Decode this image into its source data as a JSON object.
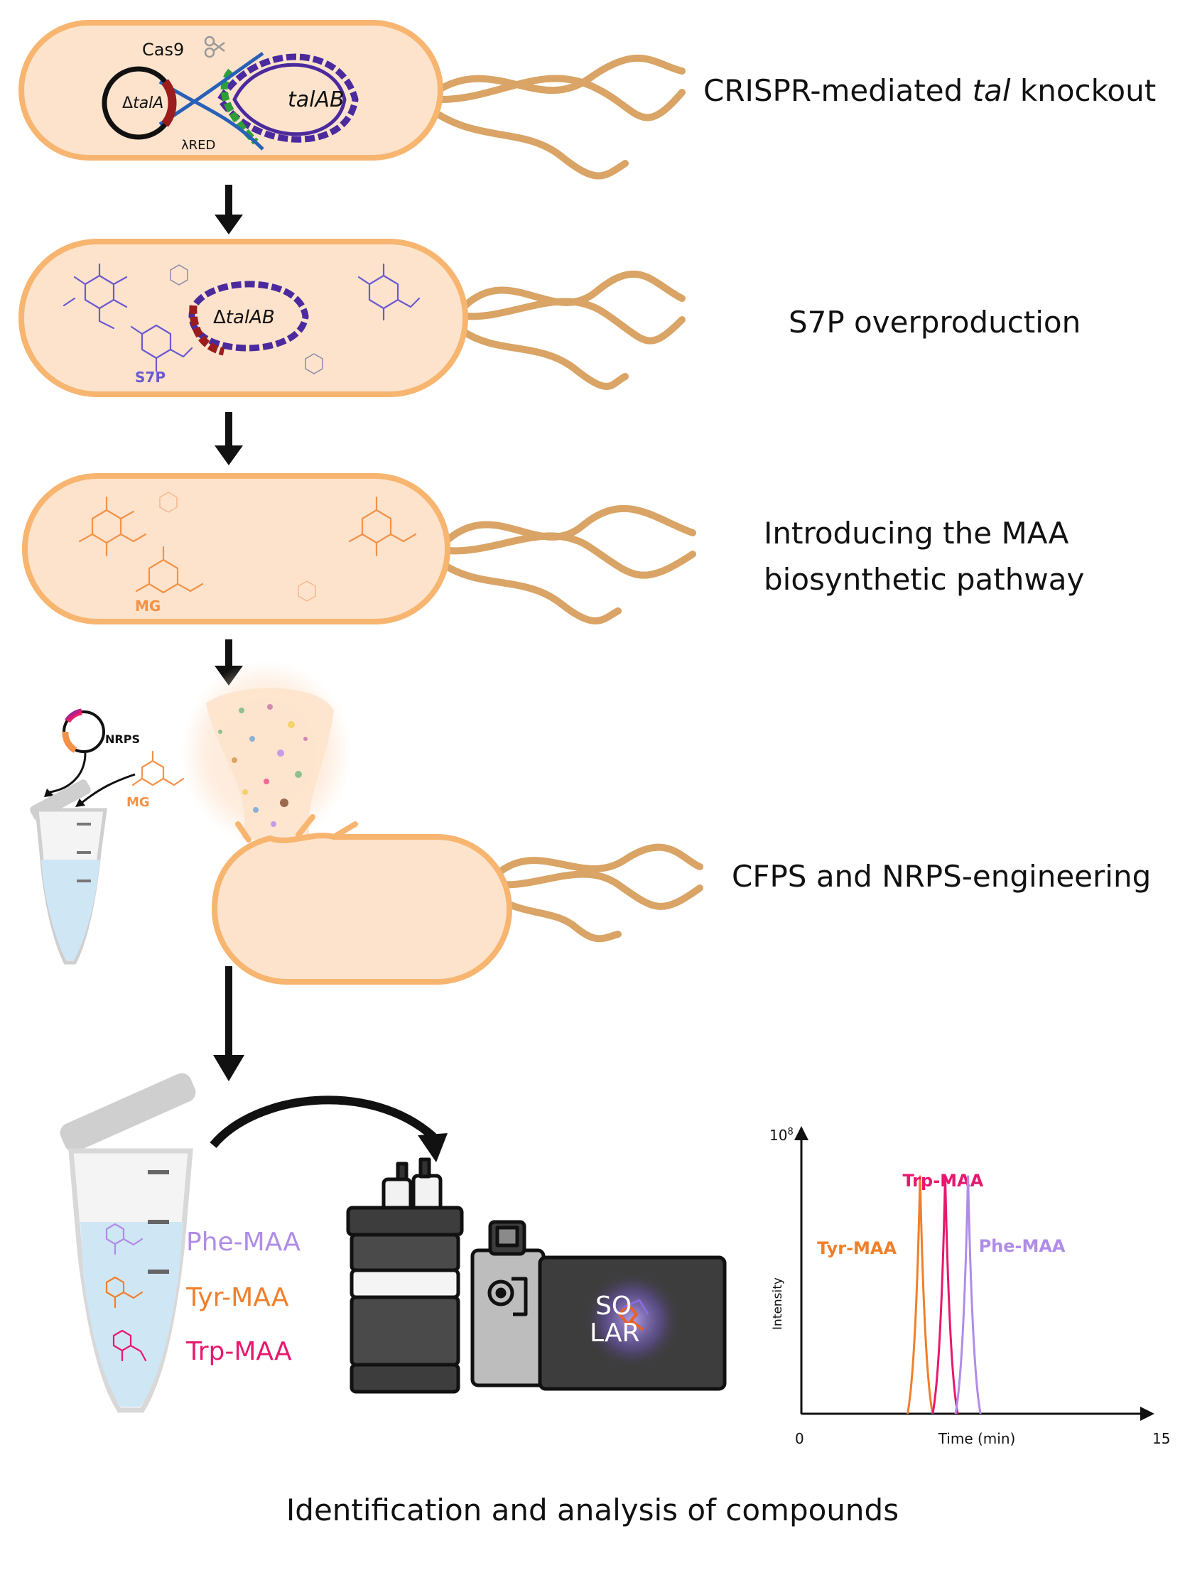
{
  "steps": [
    {
      "pre": "CRISPR-mediated ",
      "italic": "tal",
      "post": " knockout"
    },
    {
      "pre": "S7P overproduction",
      "italic": "",
      "post": ""
    },
    {
      "line1": "Introducing the MAA",
      "line2": "biosynthetic pathway"
    },
    {
      "pre": "CFPS and NRPS-engineering",
      "italic": "",
      "post": ""
    }
  ],
  "cell1": {
    "cas9": "Cas9",
    "plasmid_delta": "Δ",
    "plasmid_gene": "talA",
    "genome_gene": "talAB",
    "lambda_red": "λRED"
  },
  "cell2": {
    "plasmid_delta": "Δ",
    "plasmid_gene": "talAB",
    "metabolite": "S7P"
  },
  "cell3": {
    "metabolite": "MG"
  },
  "cfps": {
    "plasmid": "NRPS",
    "metabolite": "MG"
  },
  "tube_products": [
    {
      "name": "Phe-MAA",
      "color": "#b08ce8"
    },
    {
      "name": "Tyr-MAA",
      "color": "#f07f2a"
    },
    {
      "name": "Trp-MAA",
      "color": "#e8186e"
    }
  ],
  "instrument": {
    "logo_line1": "SO",
    "logo_line2": "LAR"
  },
  "colors": {
    "cell_fill": "#fde3cc",
    "cell_border": "#f7b570",
    "flagella": "#d9a465",
    "plasmid_purple": "#4b2a9e",
    "plasmid_red": "#9b1c1c",
    "cas_green": "#2e9e38",
    "cas_blue": "#2860b8",
    "s7p_blue": "#6a5ad0",
    "mg_orange": "#f39248",
    "liquid": "#cfe6f5"
  },
  "chart_data": {
    "type": "line",
    "title": "",
    "xlabel": "Time (min)",
    "ylabel": "Intensity",
    "x_ticks": [
      "0",
      "15"
    ],
    "y_max_label": "10",
    "y_max_exp": "8",
    "xlim": [
      0,
      15
    ],
    "series": [
      {
        "name": "Tyr-MAA",
        "color": "#f07f2a",
        "peak_time": 5.2,
        "peak_height": 0.86,
        "half_width": 0.55
      },
      {
        "name": "Trp-MAA",
        "color": "#e8186e",
        "peak_time": 6.3,
        "peak_height": 0.86,
        "half_width": 0.55
      },
      {
        "name": "Phe-MAA",
        "color": "#b08ce8",
        "peak_time": 7.3,
        "peak_height": 0.86,
        "half_width": 0.55
      }
    ]
  },
  "caption": "Identification and analysis of compounds"
}
